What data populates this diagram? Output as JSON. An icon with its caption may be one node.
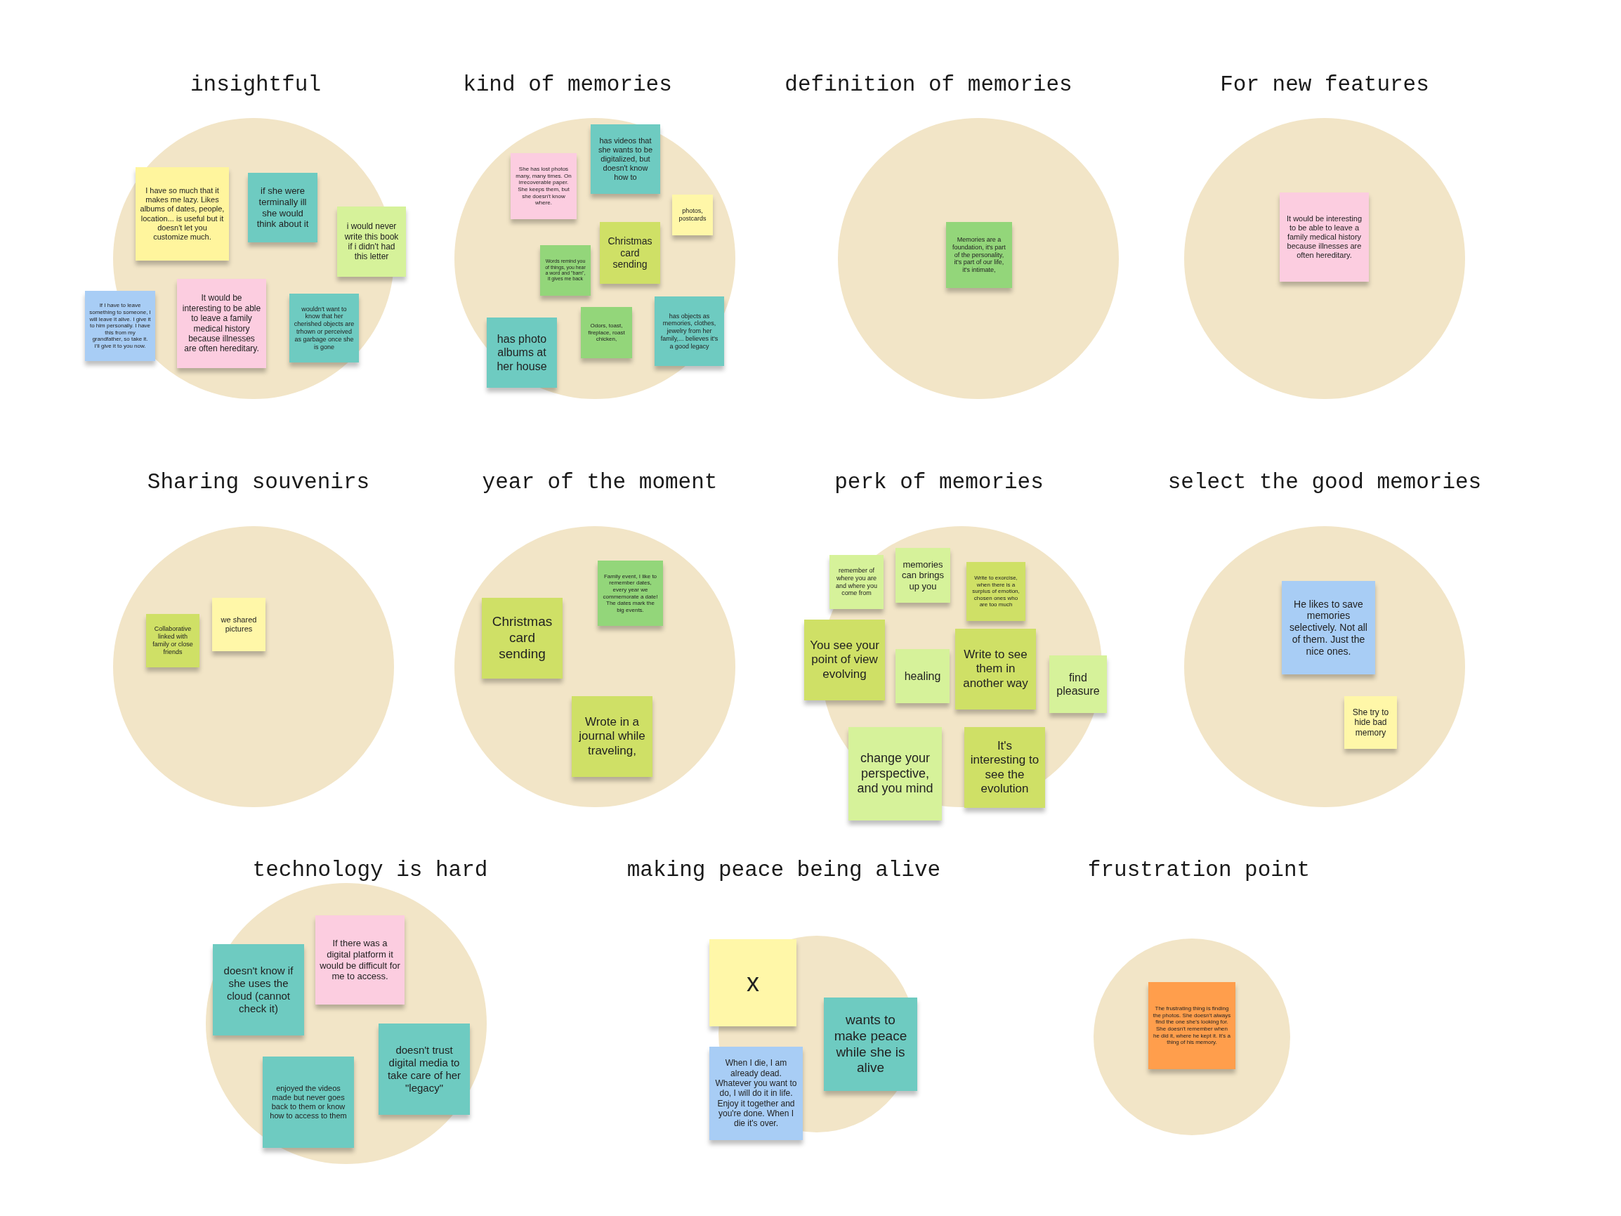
{
  "diagram": {
    "nodes": [
      {
        "text": [
          "insightful"
        ]
      },
      {
        "text": [
          "I have so much that it makes me lazy. Likes albums of dates, people, location... is useful but it doesn't let you customize much."
        ],
        "in": 0
      },
      {
        "text": [
          "if she were terminally ill she would think about it"
        ],
        "in": 0
      },
      {
        "text": [
          "i would never write this book if i didn't had this letter"
        ],
        "in": 0
      },
      {
        "text": [
          "If I have to leave something to someone, I will leave it alive. I give it to him personally. I have this from my grandfather, so take it. I'll give it to you now."
        ]
      },
      {
        "text": [
          "It would be interesting to be able to leave a family medical history because illnesses are often hereditary."
        ],
        "in": 0
      },
      {
        "text": [
          "wouldn't want to know that her cherished objects are trhown or perceived as garbage once she is gone"
        ],
        "in": 0
      },
      {
        "text": [
          "kind of memories"
        ]
      },
      {
        "text": [
          "She has lost photos many, many times. On irrecoverable paper. She keeps them, but she doesn't know where."
        ],
        "in": 7
      },
      {
        "text": [
          "has videos that she wants to be digitalized, but doesn't know how to"
        ],
        "in": 7
      },
      {
        "text": [
          "photos, postcards"
        ],
        "in": 7
      },
      {
        "text": [
          "Words remind you of things, you hear a word and \"bam\", it gives me back"
        ],
        "in": 7
      },
      {
        "text": [
          "Christmas card sending"
        ],
        "in": 7
      },
      {
        "text": [
          "has photo albums at her house"
        ],
        "in": 7
      },
      {
        "text": [
          "Odors, toast, fireplace, roast chicken,"
        ],
        "in": 7
      },
      {
        "text": [
          "has objects as memories, clothes, jewelry from her family,... believes it's a good legacy"
        ],
        "in": 7
      },
      {
        "text": [
          "definition of memories"
        ]
      },
      {
        "text": [
          "Memories are a foundation, it's part of the personality, it's part of our life, it's intimate,"
        ],
        "in": 16
      },
      {
        "text": [
          "For new features"
        ]
      },
      {
        "text": [
          "It would be interesting to be able to leave a family medical history because illnesses are often hereditary."
        ],
        "in": 18
      },
      {
        "text": [
          "Sharing souvenirs"
        ]
      },
      {
        "text": [
          "Collaborative linked with family or close friends"
        ],
        "in": 20
      },
      {
        "text": [
          "we shared pictures"
        ],
        "in": 20
      },
      {
        "text": [
          "year of the moment"
        ]
      },
      {
        "text": [
          "Family event, I like to remember dates, every year we commemorate a date! The dates mark the big events."
        ],
        "in": 23
      },
      {
        "text": [
          "Christmas card sending"
        ],
        "in": 23
      },
      {
        "text": [
          "Wrote in a journal while traveling,"
        ],
        "in": 23
      },
      {
        "text": [
          "perk of memories"
        ]
      },
      {
        "text": [
          "remember of where you are and where you come from"
        ],
        "in": 27
      },
      {
        "text": [
          "memories can brings up you"
        ],
        "in": 27
      },
      {
        "text": [
          "Write to exorcise, when there is a surplus of emotion, chosen ones who are too much"
        ],
        "in": 27
      },
      {
        "text": [
          "You see your point of view evolving"
        ],
        "in": 27
      },
      {
        "text": [
          "healing"
        ],
        "in": 27
      },
      {
        "text": [
          "Write to see them in another way"
        ],
        "in": 27
      },
      {
        "text": [
          "find pleasure"
        ],
        "in": 27
      },
      {
        "text": [
          "change your perspective, and you mind"
        ],
        "in": 27
      },
      {
        "text": [
          "It's interesting to see the evolution"
        ],
        "in": 27
      },
      {
        "text": [
          "select the good memories"
        ]
      },
      {
        "text": [
          "He likes to save memories selectively. Not all of them. Just the nice ones."
        ],
        "in": 37
      },
      {
        "text": [
          "She try to hide bad memory"
        ],
        "in": 37
      },
      {
        "text": [
          "technology is hard"
        ]
      },
      {
        "text": [
          "If there was a digital platform it would be difficult for me to access."
        ],
        "in": 40
      },
      {
        "text": [
          "doesn't know if she uses the cloud (cannot check it)"
        ],
        "in": 40
      },
      {
        "text": [
          "doesn't trust digital media to take care of her \"legacy\""
        ],
        "in": 40
      },
      {
        "text": [
          "enjoyed the videos made but never goes back to them or know how to access to them"
        ],
        "in": 40
      },
      {
        "text": [
          "making peace being alive"
        ]
      },
      {
        "text": [
          "x"
        ],
        "in": 45
      },
      {
        "text": [
          "wants to make peace while she is alive"
        ],
        "in": 45
      },
      {
        "text": [
          "When I die, I am already dead. Whatever you want to do, I will do it in life. Enjoy it together and you're done. When I die it's over."
        ],
        "in": 45
      },
      {
        "text": [
          "frustration point"
        ]
      },
      {
        "text": [
          "The frustrating thing is finding the photos. She doesn't always find the one she's looking for. She doesn't remember when he did it, where he kept it. It's a thing of his memory."
        ],
        "in": 49
      }
    ]
  }
}
